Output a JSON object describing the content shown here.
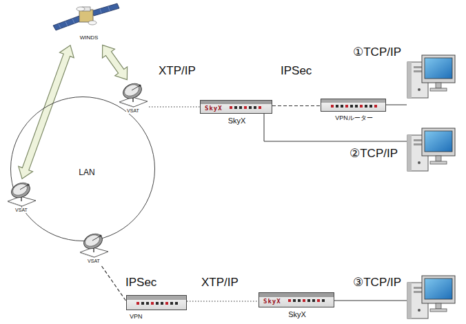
{
  "diagram": {
    "nodes": [
      {
        "text": [
          "WINDS"
        ]
      },
      {
        "text": [
          "VSAT"
        ]
      },
      {
        "text": [
          "SkyX",
          "SkyX"
        ]
      },
      {
        "text": [
          "VPNルーター"
        ]
      },
      {
        "text": [
          "VSAT"
        ]
      },
      {
        "text": [
          "LAN"
        ]
      },
      {
        "text": [
          "VSAT"
        ]
      },
      {
        "text": [
          "VPN"
        ]
      },
      {
        "text": [
          "SkyX",
          "SkyX"
        ]
      }
    ],
    "edges": [
      {
        "from": 0,
        "to": 1,
        "arrow": "both"
      },
      {
        "from": 0,
        "to": 4,
        "arrow": "both"
      },
      {
        "from": 1,
        "to": 2,
        "arrow": "none",
        "label": "XTP/IP"
      },
      {
        "from": 2,
        "to": 3,
        "arrow": "none",
        "label": "IPSec"
      },
      {
        "from": 6,
        "to": 7,
        "arrow": "none",
        "label": "IPSec"
      },
      {
        "from": 7,
        "to": 8,
        "arrow": "none",
        "label": "XTP/IP"
      }
    ],
    "labels": [
      "①TCP/IP",
      "②TCP/IP",
      "③TCP/IP"
    ]
  }
}
